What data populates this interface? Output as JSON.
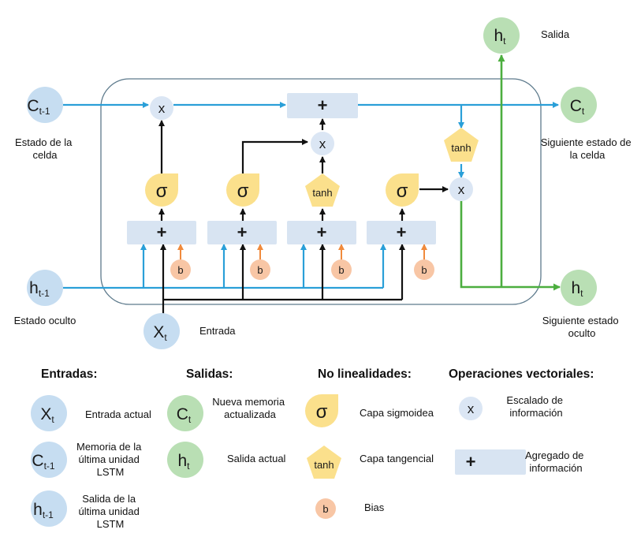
{
  "diagram": {
    "nodes": {
      "c_prev": {
        "base": "C",
        "sub": "t-1"
      },
      "h_prev": {
        "base": "h",
        "sub": "t-1"
      },
      "x_t": {
        "base": "X",
        "sub": "t"
      },
      "c_t": {
        "base": "C",
        "sub": "t"
      },
      "h_t_right": {
        "base": "h",
        "sub": "t"
      },
      "h_t_top": {
        "base": "h",
        "sub": "t"
      }
    },
    "ops": {
      "multiply": "x",
      "add": "+",
      "sigma": "σ",
      "tanh": "tanh",
      "bias": "b"
    },
    "labels": {
      "cell_state_line1": "Estado de la",
      "cell_state_line2": "celda",
      "hidden_state": "Estado oculto",
      "input": "Entrada",
      "output": "Salida",
      "next_cell_line1": "Siguiente estado de",
      "next_cell_line2": "la celda",
      "next_hidden_line1": "Siguiente estado",
      "next_hidden_line2": "oculto"
    },
    "colors": {
      "cell_line": "#2a9fd8",
      "black_line": "#111111",
      "green_line": "#4cae3f",
      "bias_arrow": "#f08a3c",
      "cell_border": "#5d7a8c"
    }
  },
  "legend": {
    "inputs": {
      "title": "Entradas:",
      "items": [
        {
          "base": "X",
          "sub": "t",
          "lines": [
            "Entrada actual"
          ]
        },
        {
          "base": "C",
          "sub": "t-1",
          "lines": [
            "Memoria de la",
            "última unidad",
            "LSTM"
          ]
        },
        {
          "base": "h",
          "sub": "t-1",
          "lines": [
            "Salida de la",
            "última unidad",
            "LSTM"
          ]
        }
      ]
    },
    "outputs": {
      "title": "Salidas:",
      "items": [
        {
          "base": "C",
          "sub": "t",
          "lines": [
            "Nueva memoria",
            "actualizada"
          ]
        },
        {
          "base": "h",
          "sub": "t",
          "lines": [
            "Salida actual"
          ]
        }
      ]
    },
    "nonlinear": {
      "title": "No linealidades:",
      "items": [
        {
          "symbol": "σ",
          "lines": [
            "Capa sigmoidea"
          ]
        },
        {
          "symbol": "tanh",
          "lines": [
            "Capa tangencial"
          ]
        },
        {
          "symbol": "b",
          "lines": [
            "Bias"
          ]
        }
      ]
    },
    "vector_ops": {
      "title": "Operaciones vectoriales:",
      "items": [
        {
          "symbol": "x",
          "lines": [
            "Escalado de",
            "información"
          ]
        },
        {
          "symbol": "+",
          "lines": [
            "Agregado de",
            "información"
          ]
        }
      ]
    }
  }
}
